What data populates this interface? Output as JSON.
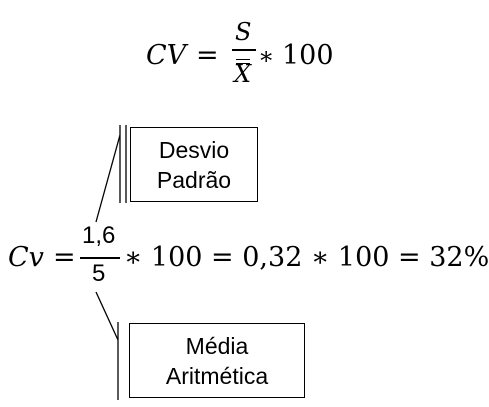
{
  "top_formula": {
    "lhs": "CV",
    "equals": "=",
    "numerator": "S",
    "denominator": "X",
    "times": "∗",
    "factor": "100"
  },
  "calc_formula": {
    "lhs": "Cv",
    "equals": "=",
    "numerator": "1,6",
    "denominator": "5",
    "rest": "∗ 100 = 0,32 ∗ 100 = 32%"
  },
  "labels": {
    "std_dev_line1": "Desvio",
    "std_dev_line2": "Padrão",
    "mean_line1": "Média",
    "mean_line2": "Aritmética"
  }
}
